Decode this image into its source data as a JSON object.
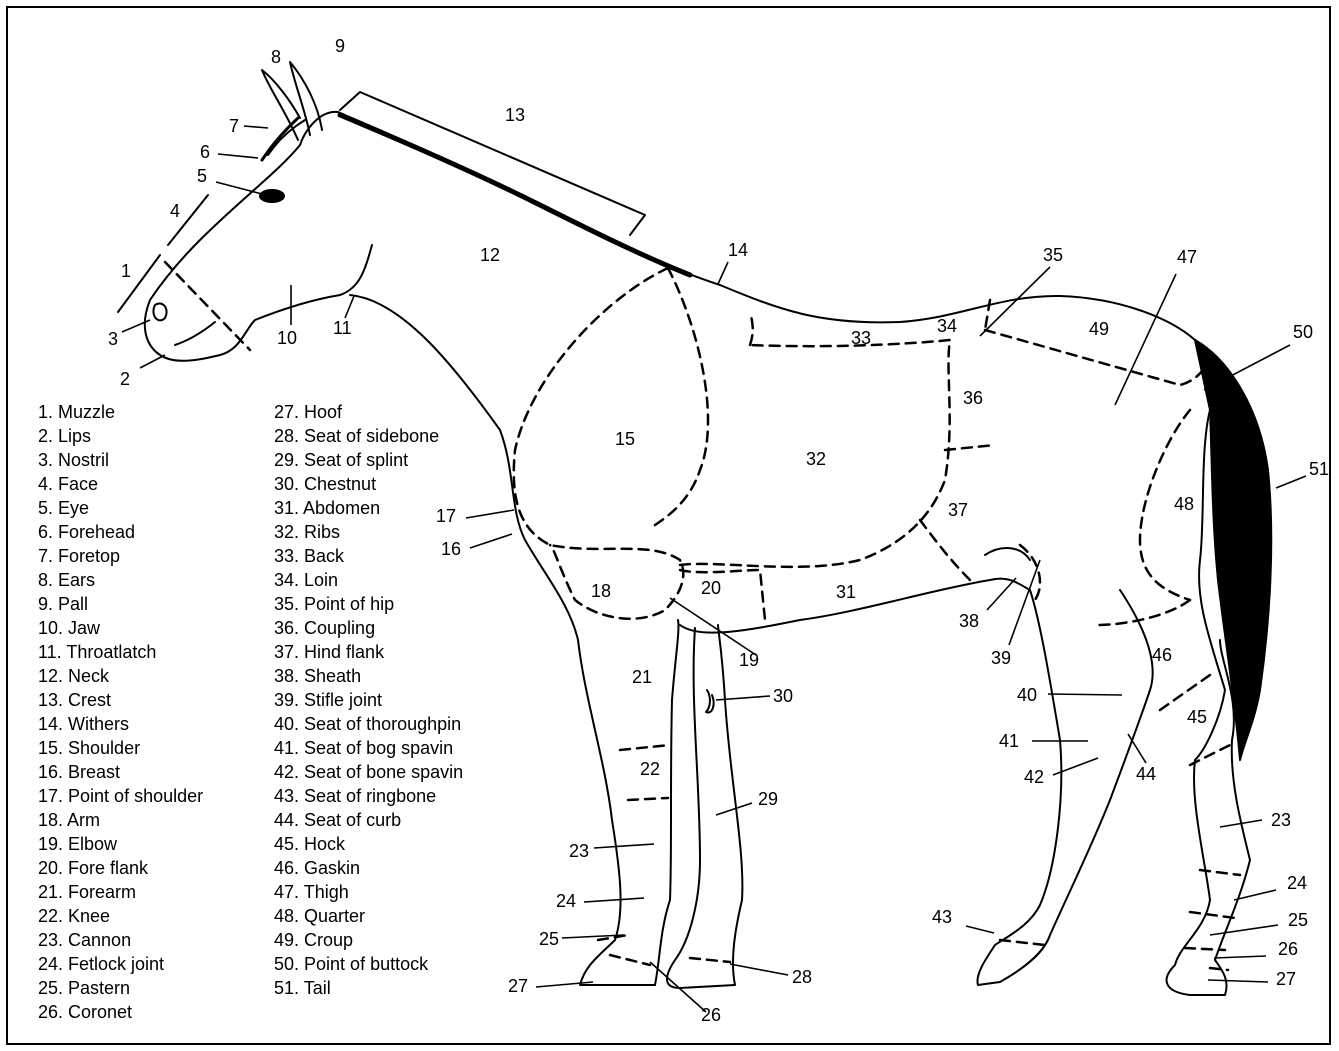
{
  "diagram": {
    "legend": [
      "1. Muzzle",
      "2. Lips",
      "3. Nostril",
      "4. Face",
      "5. Eye",
      "6. Forehead",
      "7. Foretop",
      "8. Ears",
      "9. Pall",
      "10. Jaw",
      "11. Throatlatch",
      "12. Neck",
      "13. Crest",
      "14. Withers",
      "15. Shoulder",
      "16. Breast",
      "17. Point of shoulder",
      "18. Arm",
      "19. Elbow",
      "20. Fore flank",
      "21. Forearm",
      "22. Knee",
      "23. Cannon",
      "24. Fetlock joint",
      "25. Pastern",
      "26. Coronet",
      "27. Hoof",
      "28. Seat of sidebone",
      "29. Seat of splint",
      "30. Chestnut",
      "31. Abdomen",
      "32. Ribs",
      "33. Back",
      "34. Loin",
      "35. Point of hip",
      "36. Coupling",
      "37. Hind flank",
      "38. Sheath",
      "39. Stifle joint",
      "40. Seat of thoroughpin",
      "41. Seat of bog spavin",
      "42. Seat of bone spavin",
      "43. Seat of ringbone",
      "44. Seat of curb",
      "45. Hock",
      "46. Gaskin",
      "47. Thigh",
      "48. Quarter",
      "49. Croup",
      "50. Point of buttock",
      "51. Tail"
    ],
    "numbers": [
      "1",
      "2",
      "3",
      "4",
      "5",
      "6",
      "7",
      "8",
      "9",
      "10",
      "11",
      "12",
      "13",
      "14",
      "15",
      "16",
      "17",
      "18",
      "19",
      "20",
      "21",
      "22",
      "23",
      "23",
      "24",
      "24",
      "25",
      "25",
      "26",
      "26",
      "27",
      "27",
      "28",
      "29",
      "30",
      "31",
      "32",
      "33",
      "34",
      "35",
      "36",
      "37",
      "38",
      "39",
      "40",
      "41",
      "42",
      "43",
      "44",
      "45",
      "46",
      "47",
      "48",
      "49",
      "50",
      "51"
    ]
  }
}
